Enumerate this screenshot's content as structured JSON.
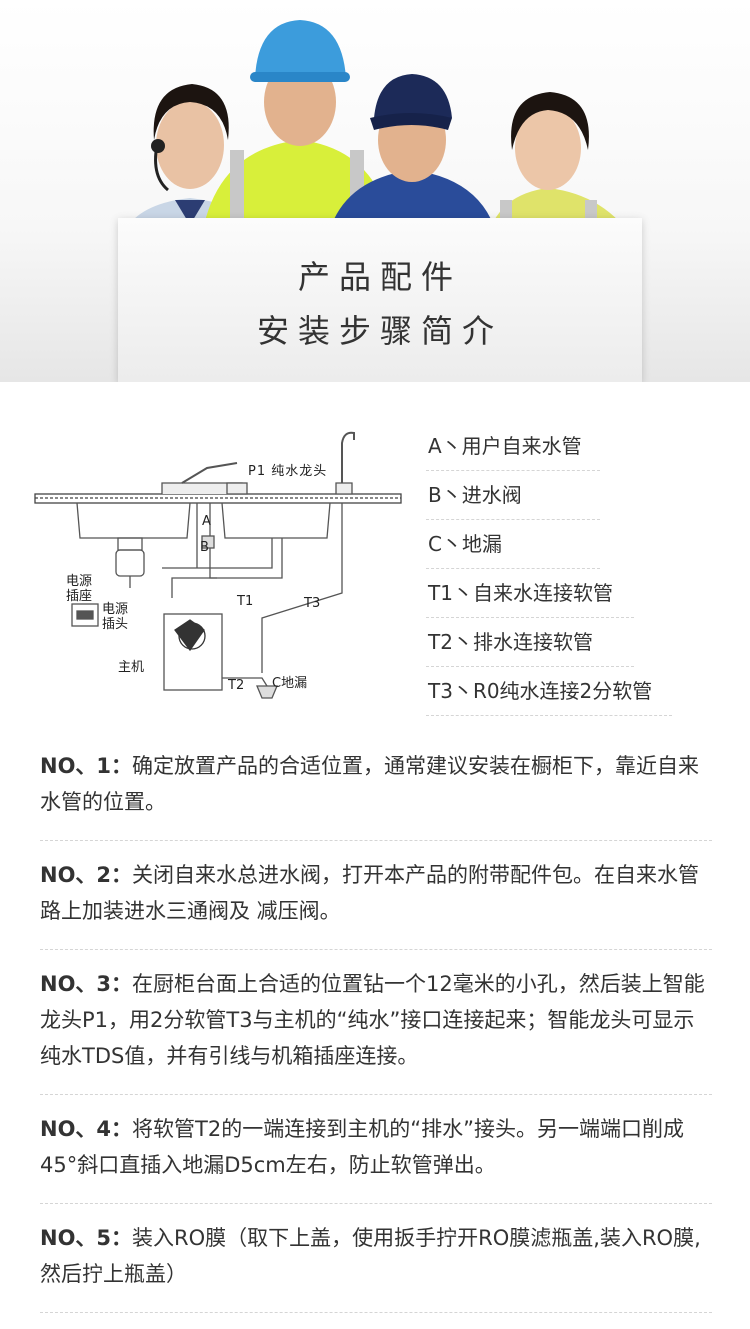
{
  "hero": {
    "title_line1": "产品配件",
    "title_line2": "安装步骤简介"
  },
  "diagram": {
    "labels": {
      "p1": "P1 纯水龙头",
      "a": "A",
      "b": "B",
      "power_socket": "电源\n插座",
      "power_plug": "电源\n插头",
      "t1": "T1",
      "t3": "T3",
      "host": "主机",
      "t2": "T2",
      "c_drain": "C地漏"
    }
  },
  "legend": [
    "A丶用户自来水管",
    "B丶进水阀",
    "C丶地漏",
    "T1丶自来水连接软管",
    "T2丶排水连接软管",
    "T3丶R0纯水连接2分软管"
  ],
  "steps": [
    {
      "no": "NO、1：",
      "text": "确定放置产品的合适位置，通常建议安装在橱柜下，靠近自来水管的位置。"
    },
    {
      "no": "NO、2：",
      "text": "关闭自来水总进水阀，打开本产品的附带配件包。在自来水管路上加装进水三通阀及 减压阀。"
    },
    {
      "no": "NO、3：",
      "text": "在厨柜台面上合适的位置钻一个12毫米的小孔，然后装上智能龙头P1，用2分软管T3与主机的“纯水”接口连接起来；智能龙头可显示纯水TDS值，并有引线与机箱插座连接。"
    },
    {
      "no": "NO、4：",
      "text": "将软管T2的一端连接到主机的“排水”接头。另一端端口削成45°斜口直插入地漏D5cm左右，防止软管弹出。"
    },
    {
      "no": "NO、5：",
      "text": "装入RO膜（取下上盖，使用扳手拧开RO膜滤瓶盖,装入RO膜,然后拧上瓶盖）"
    }
  ]
}
